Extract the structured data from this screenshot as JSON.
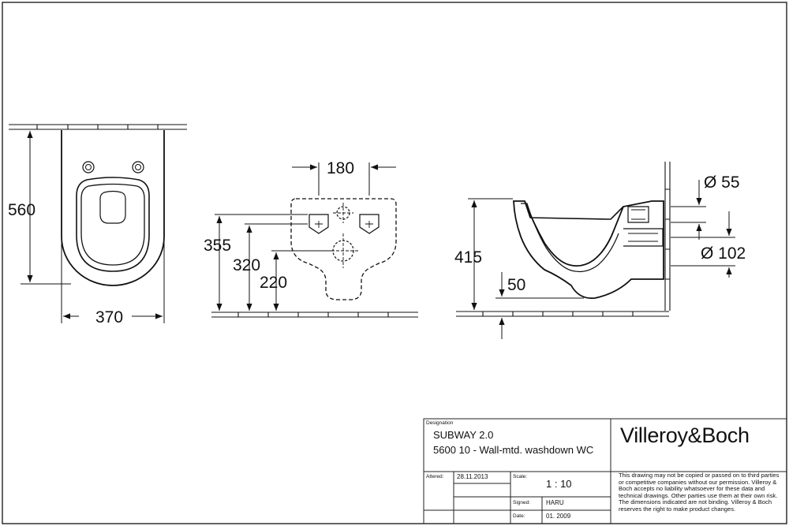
{
  "drawing": {
    "front_view": {
      "height_dim": "560",
      "width_dim": "370"
    },
    "mounting_view": {
      "top_dim": "180",
      "dim_a": "355",
      "dim_b": "320",
      "dim_c": "220"
    },
    "side_view": {
      "height_dim": "415",
      "low_dim": "50",
      "dia_small": "Ø 55",
      "dia_large": "Ø 102"
    }
  },
  "title_block": {
    "designation_label": "Designation",
    "product_name": "SUBWAY 2.0",
    "product_desc": "5600 10 - Wall-mtd. washdown WC",
    "brand": "Villeroy&Boch",
    "altered_label": "Altered:",
    "altered_value": "28.11.2013",
    "scale_label": "Scale:",
    "scale_value": "1 : 10",
    "signed_label": "Signed:",
    "signed_value": "HARU",
    "date_label": "Date:",
    "date_value": "01. 2009",
    "disclaimer": "This drawing may not be copied or passed on to third parties or competitive companies without our permission. Villeroy & Boch accepts no liability whatsoever for these data and technical drawings. Other parties use them at their own risk. The dimensions indicated are not binding. Villeroy & Boch reserves the right to make product changes."
  }
}
